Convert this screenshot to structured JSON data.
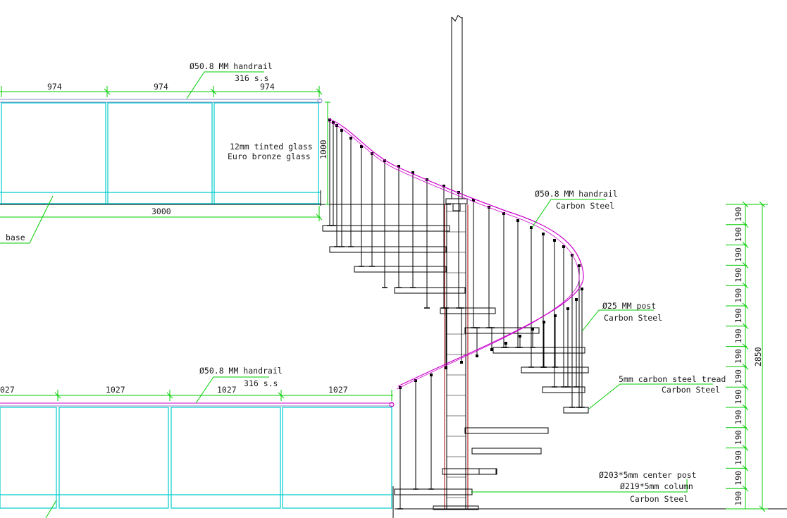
{
  "colors": {
    "dimension": "#00cc00",
    "glass": "#00cccc",
    "handrail": "#cc00cc",
    "structure": "#000000",
    "center_post": "#aa0000"
  },
  "upper_landing": {
    "handrail_label_1": "Ø50.8 MM handrail",
    "handrail_label_2": "316 s.s",
    "segment_dims": [
      "974",
      "974",
      "974"
    ],
    "glass_label_1": "12mm tinted glass",
    "glass_label_2": "Euro bronze glass",
    "height_dim": "1000",
    "total_dim": "3000",
    "base_label": "base"
  },
  "lower_landing": {
    "handrail_label_1": "Ø50.8 MM handrail",
    "handrail_label_2": "316 s.s",
    "segment_dims": [
      "027",
      "1027",
      "1027",
      "1027"
    ]
  },
  "spiral": {
    "handrail_label_1": "Ø50.8 MM handrail",
    "handrail_label_2": "Carbon Steel",
    "post_label_1": "Ø25 MM post",
    "post_label_2": "Carbon Steel",
    "tread_label_1": "5mm carbon steel tread",
    "tread_label_2": "Carbon Steel",
    "center_label_1": "Ø203*5mm center post",
    "center_label_2": "Ø219*5mm column",
    "center_label_3": "Carbon Steel"
  },
  "riser_dims": {
    "total": "2850",
    "steps": [
      "190",
      "190",
      "190",
      "190",
      "190",
      "190",
      "190",
      "190",
      "190",
      "190",
      "190",
      "190",
      "190",
      "190",
      "190"
    ]
  }
}
